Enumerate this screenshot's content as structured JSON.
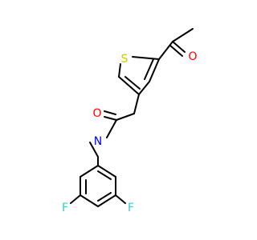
{
  "molecule": {
    "atoms": {
      "sulfur": {
        "symbol": "S",
        "color": "#cccc00"
      },
      "ketone_oxygen": {
        "symbol": "O",
        "color": "#ff0000"
      },
      "amide_oxygen": {
        "symbol": "O",
        "color": "#ff0000"
      },
      "amide_nitrogen": {
        "symbol": "N",
        "color": "#0000ff"
      },
      "fluorine_left": {
        "symbol": "F",
        "color": "#33cccc"
      },
      "fluorine_right": {
        "symbol": "F",
        "color": "#33cccc"
      }
    }
  }
}
